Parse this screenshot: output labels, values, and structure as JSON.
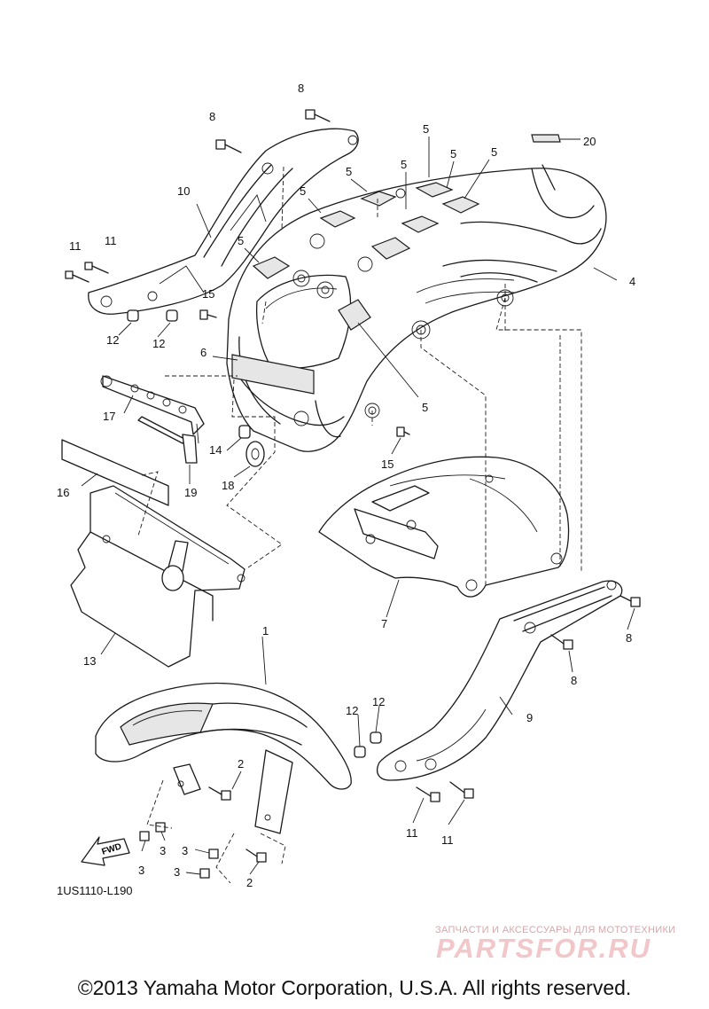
{
  "callouts": {
    "c1": "1",
    "c2a": "2",
    "c2b": "2",
    "c3a": "3",
    "c3b": "3",
    "c3c": "3",
    "c3d": "3",
    "c4": "4",
    "c5a": "5",
    "c5b": "5",
    "c5c": "5",
    "c5d": "5",
    "c5e": "5",
    "c5f": "5",
    "c5g": "5",
    "c6": "6",
    "c7": "7",
    "c8a": "8",
    "c8b": "8",
    "c8c": "8",
    "c8d": "8",
    "c9": "9",
    "c10": "10",
    "c11a": "11",
    "c11b": "11",
    "c11c": "11",
    "c11d": "11",
    "c12a": "12",
    "c12b": "12",
    "c12c": "12",
    "c12d": "12",
    "c13": "13",
    "c14": "14",
    "c15a": "15",
    "c15b": "15",
    "c16": "16",
    "c17": "17",
    "c18": "18",
    "c19": "19",
    "c20": "20"
  },
  "fwd_label": "FWD",
  "catalog_code": "1US1110-L190",
  "watermark": {
    "tagline": "ЗАПЧАСТИ И АКСЕССУАРЫ ДЛЯ МОТОТЕХНИКИ",
    "logo": "PARTSFOR.RU"
  },
  "copyright": "©2013 Yamaha Motor Corporation, U.S.A. All rights reserved."
}
